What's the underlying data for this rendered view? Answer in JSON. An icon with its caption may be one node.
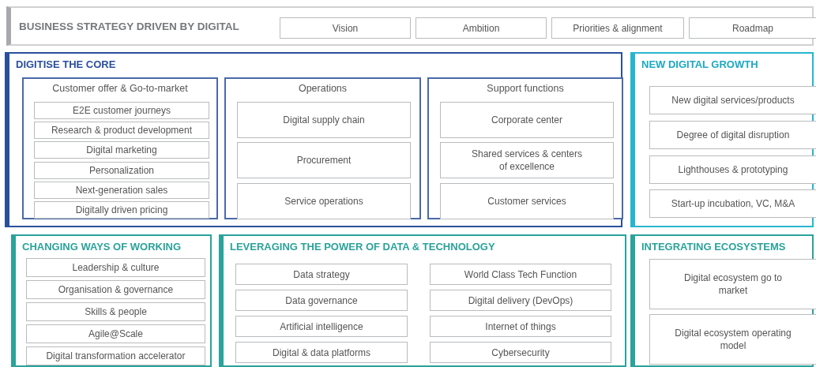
{
  "diagram": {
    "nodes": [
      {
        "text": [
          "BUSINESS STRATEGY DRIVEN BY DIGITAL"
        ]
      },
      {
        "text": [
          "Vision"
        ],
        "in": 0
      },
      {
        "text": [
          "Ambition"
        ],
        "in": 0
      },
      {
        "text": [
          "Priorities & alignment"
        ],
        "in": 0
      },
      {
        "text": [
          "Roadmap"
        ],
        "in": 0
      },
      {
        "text": [
          "DIGITISE THE CORE"
        ]
      },
      {
        "text": [
          "Customer offer & Go-to-market"
        ],
        "in": 5
      },
      {
        "text": [
          "E2E customer journeys"
        ],
        "in": 6
      },
      {
        "text": [
          "Research & product development"
        ],
        "in": 6
      },
      {
        "text": [
          "Digital marketing"
        ],
        "in": 6
      },
      {
        "text": [
          "Personalization"
        ],
        "in": 6
      },
      {
        "text": [
          "Next-generation sales"
        ],
        "in": 6
      },
      {
        "text": [
          "Digitally driven pricing"
        ],
        "in": 6
      },
      {
        "text": [
          "Operations"
        ],
        "in": 5
      },
      {
        "text": [
          "Digital supply chain"
        ],
        "in": 13
      },
      {
        "text": [
          "Procurement"
        ],
        "in": 13
      },
      {
        "text": [
          "Service operations"
        ],
        "in": 13
      },
      {
        "text": [
          "Support functions"
        ],
        "in": 5
      },
      {
        "text": [
          "Corporate center"
        ],
        "in": 17
      },
      {
        "text": [
          "Shared services & centers of excellence"
        ],
        "in": 17
      },
      {
        "text": [
          "Customer services"
        ],
        "in": 17
      },
      {
        "text": [
          "NEW DIGITAL GROWTH"
        ]
      },
      {
        "text": [
          "New digital services/products"
        ],
        "in": 21
      },
      {
        "text": [
          "Degree of digital disruption"
        ],
        "in": 21
      },
      {
        "text": [
          "Lighthouses & prototyping"
        ],
        "in": 21
      },
      {
        "text": [
          "Start-up incubation, VC, M&A"
        ],
        "in": 21
      },
      {
        "text": [
          "CHANGING WAYS OF WORKING"
        ]
      },
      {
        "text": [
          "Leadership & culture"
        ],
        "in": 26
      },
      {
        "text": [
          "Organisation & governance"
        ],
        "in": 26
      },
      {
        "text": [
          "Skills & people"
        ],
        "in": 26
      },
      {
        "text": [
          "Agile@Scale"
        ],
        "in": 26
      },
      {
        "text": [
          "Digital transformation accelerator"
        ],
        "in": 26
      },
      {
        "text": [
          "LEVERAGING THE POWER OF DATA & TECHNOLOGY"
        ]
      },
      {
        "text": [
          "Data strategy"
        ],
        "in": 32
      },
      {
        "text": [
          "World Class Tech Function"
        ],
        "in": 32
      },
      {
        "text": [
          "Data governance"
        ],
        "in": 32
      },
      {
        "text": [
          "Digital delivery (DevOps)"
        ],
        "in": 32
      },
      {
        "text": [
          "Artificial intelligence"
        ],
        "in": 32
      },
      {
        "text": [
          "Internet of things"
        ],
        "in": 32
      },
      {
        "text": [
          "Digital & data platforms"
        ],
        "in": 32
      },
      {
        "text": [
          "Cybersecurity"
        ],
        "in": 32
      },
      {
        "text": [
          "INTEGRATING ECOSYSTEMS"
        ]
      },
      {
        "text": [
          "Digital ecosystem go to market"
        ],
        "in": 41
      },
      {
        "text": [
          "Digital ecosystem operating model"
        ],
        "in": 41
      }
    ]
  }
}
